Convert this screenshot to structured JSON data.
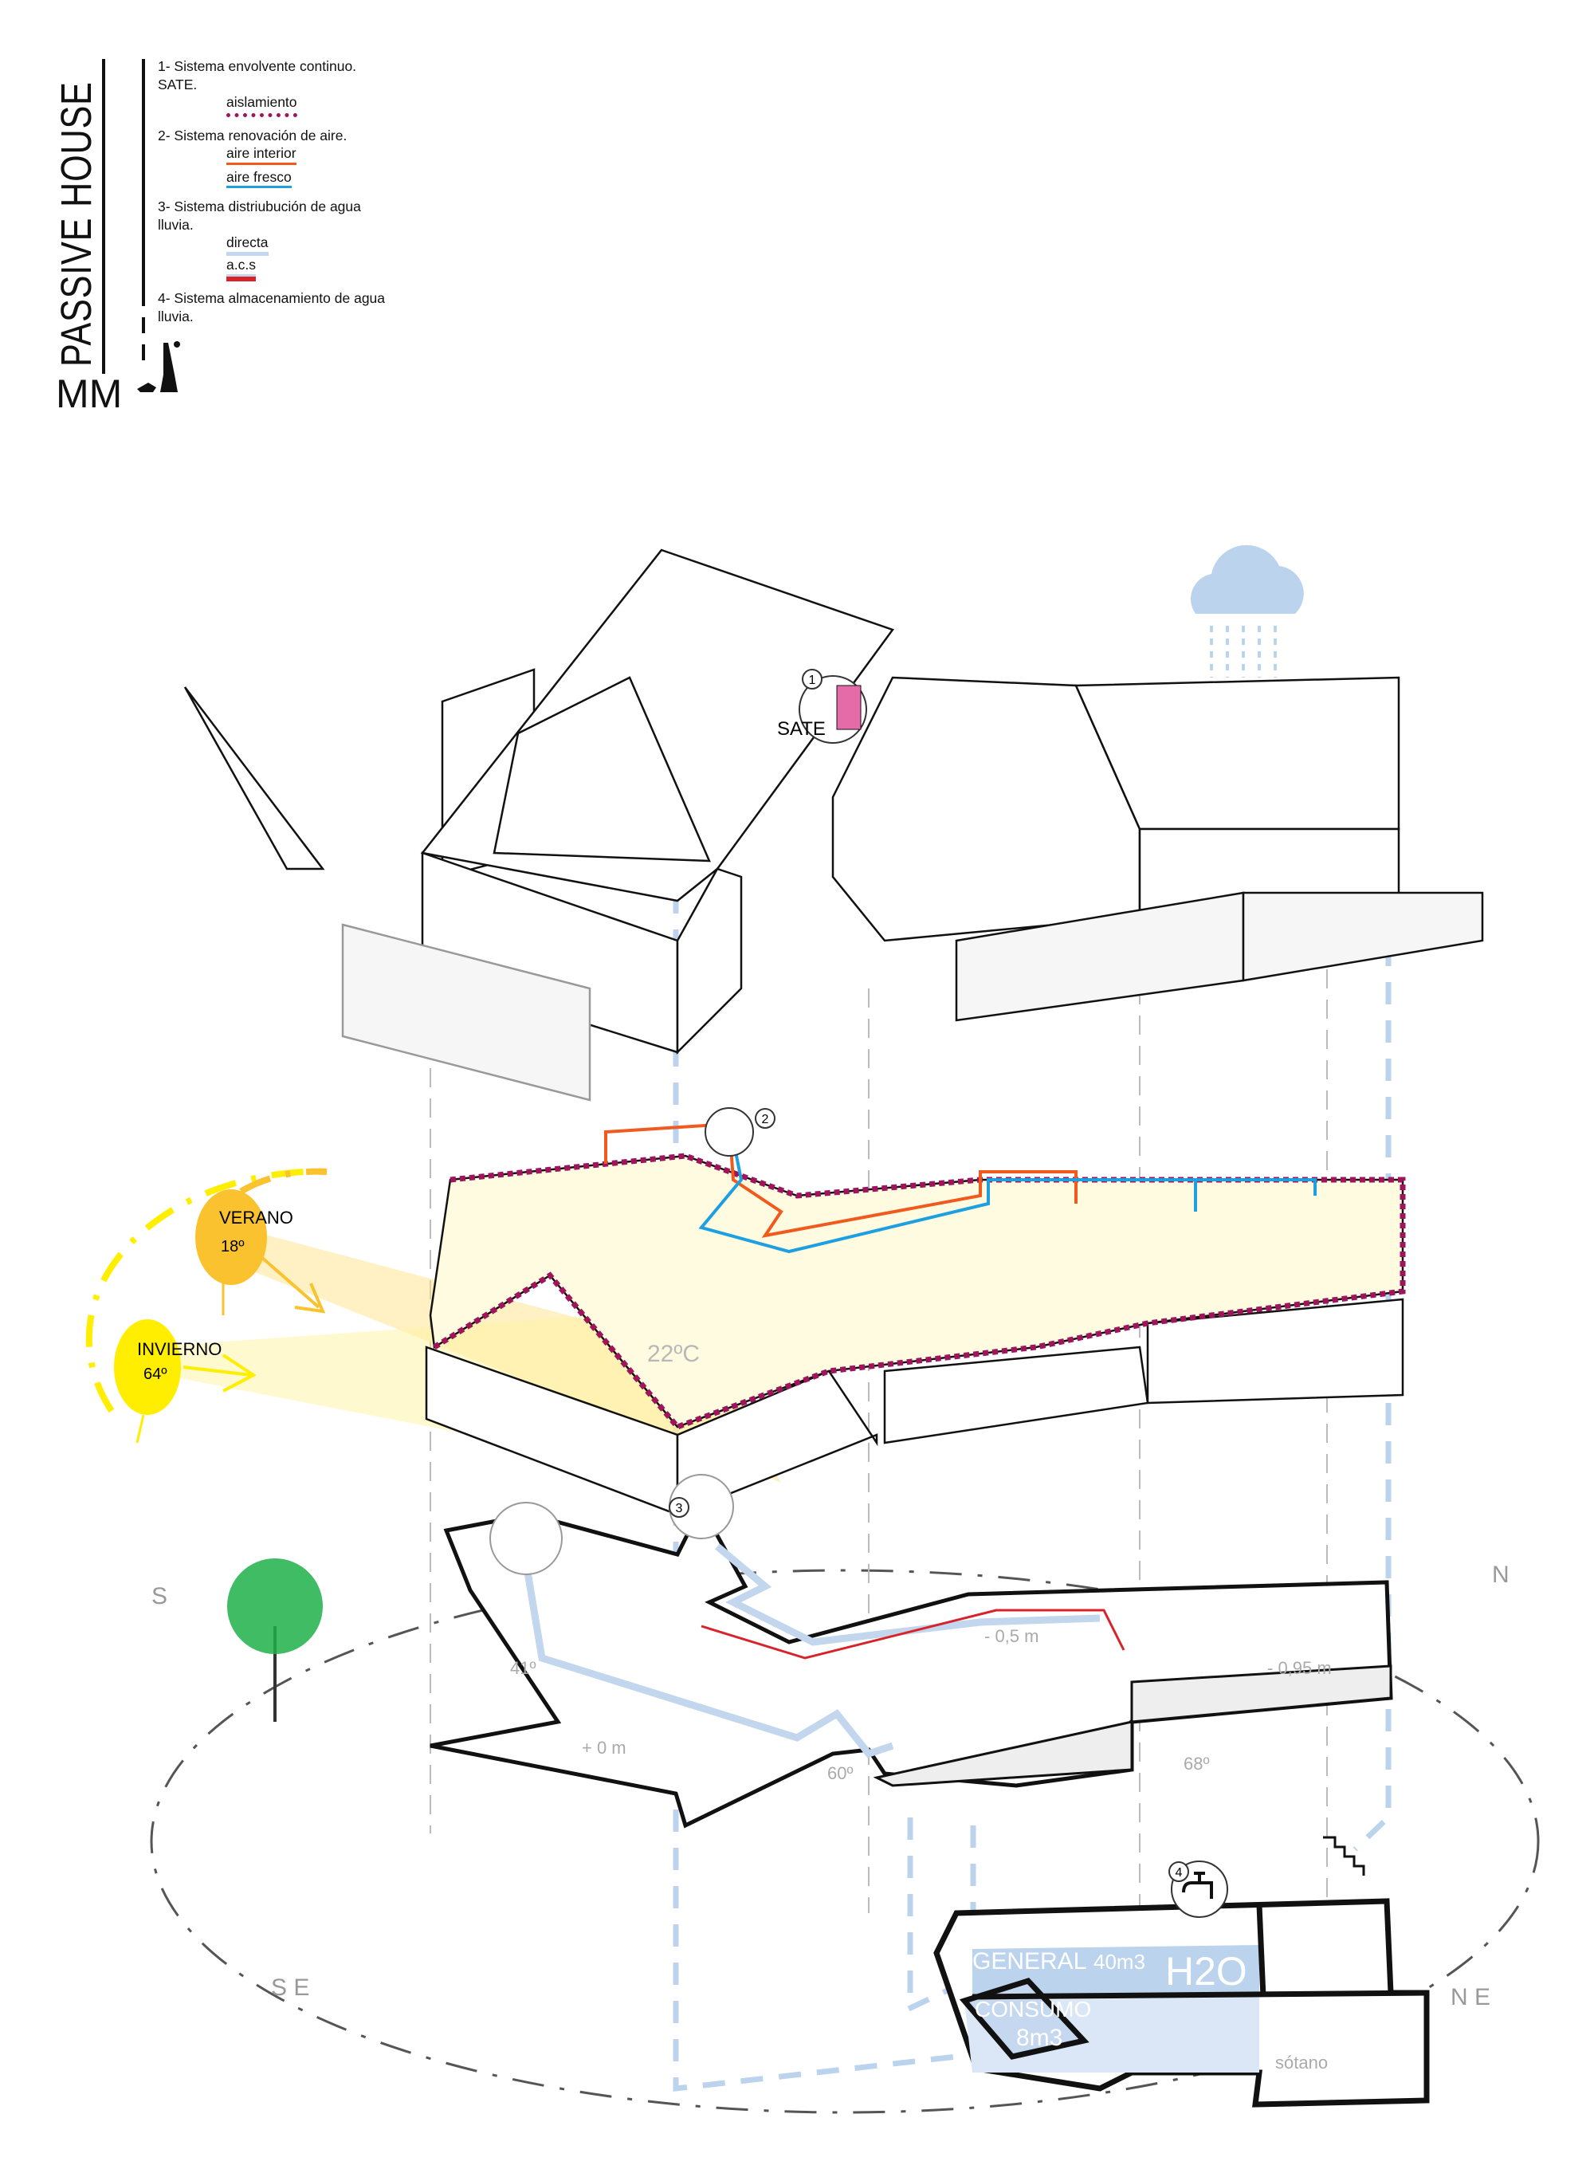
{
  "title": "PASSIVE HOUSE",
  "author_mark": "MM",
  "legend": {
    "item1": "1- Sistema envolvente continuo. SATE.",
    "item1_key": "aislamiento",
    "item2": "2- Sistema renovación de aire.",
    "item2_key_a": "aire interior",
    "item2_key_b": "aire fresco",
    "item3": "3- Sistema distriubución de agua lluvia.",
    "item3_key_a": "directa",
    "item3_key_b": "a.c.s",
    "item4": "4- Sistema almacenamiento de agua lluvia."
  },
  "colors": {
    "insulation": "#a0145c",
    "interior_air": "#f05a1e",
    "fresh_air": "#1ea0e0",
    "rainwater": "#c2d6ee",
    "hot_water": "#d8232a",
    "summer_sun": "#f9c22e",
    "winter_sun": "#ffee00"
  },
  "markers": [
    "1",
    "2",
    "3",
    "4"
  ],
  "sate_label": "SATE",
  "sun": {
    "summer_label": "VERANO",
    "summer_angle": "18º",
    "winter_label": "INVIERNO",
    "winter_angle": "64º"
  },
  "interior_temp": "22ºC",
  "levels": {
    "ground": "+ 0 m",
    "minus_05": "- 0,5 m",
    "minus_095": "- 0,95 m"
  },
  "angles": [
    "41º",
    "60º",
    "68º"
  ],
  "compass": {
    "s": "S",
    "se": "S E",
    "n": "N",
    "ne": "N E"
  },
  "tank": {
    "general": "GENERAL",
    "general_volume": "40m3",
    "water": "H2O",
    "consumo": "CONSUMO",
    "consumo_volume": "8m3",
    "basement": "sótano"
  },
  "icons": [
    "cloud-rain-icon",
    "faucet-icon",
    "stairs-down-icon",
    "sun-icon",
    "woman-with-dog-logo"
  ]
}
